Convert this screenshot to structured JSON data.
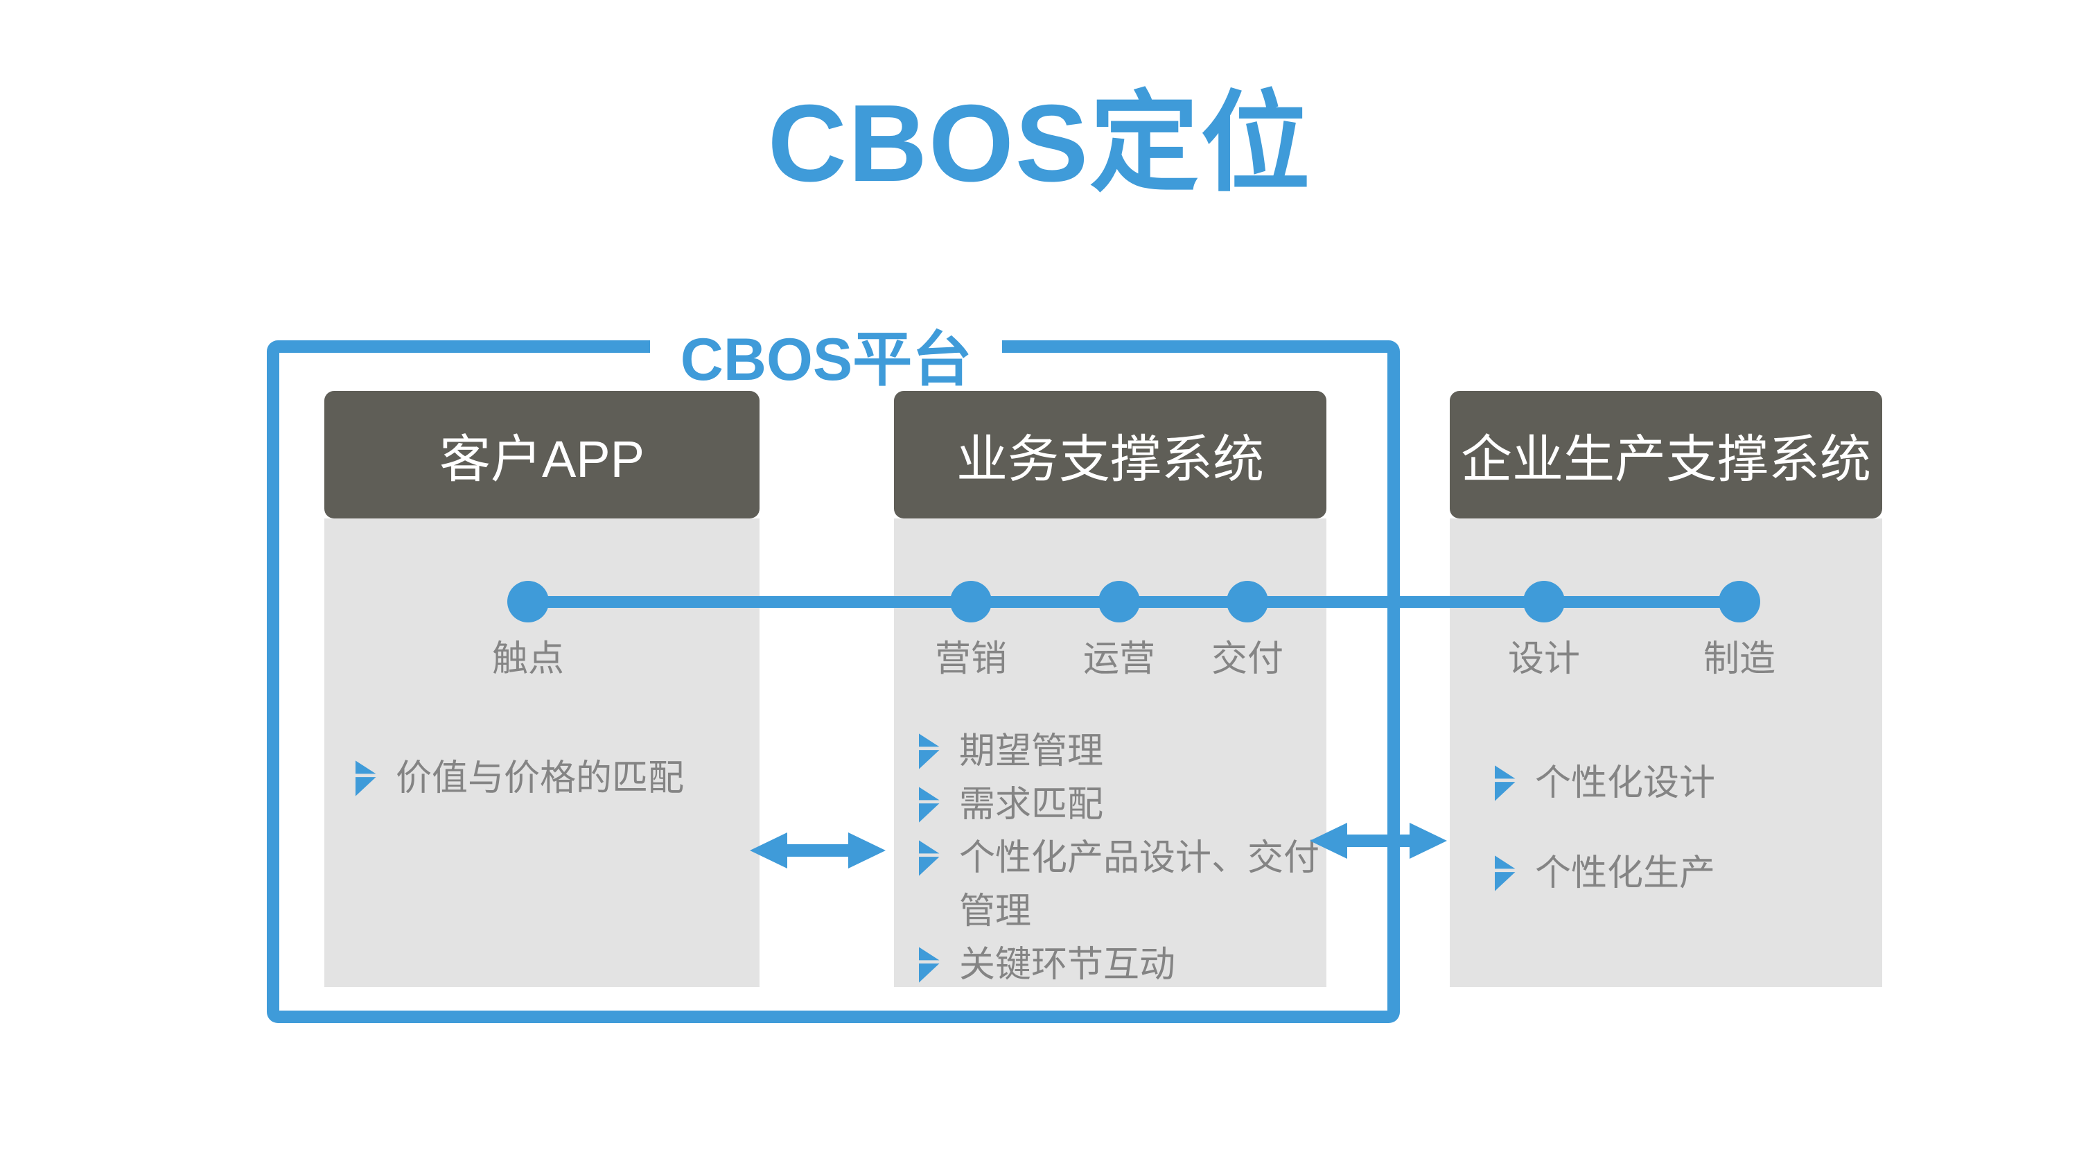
{
  "title": "CBOS定位",
  "platform": {
    "label": "CBOS平台"
  },
  "columns": [
    {
      "header": "客户APP",
      "bullets": [
        "价值与价格的匹配"
      ]
    },
    {
      "header": "业务支撑系统",
      "bullets": [
        "期望管理",
        "需求匹配",
        "个性化产品设计、交付管理",
        "关键环节互动"
      ]
    },
    {
      "header": "企业生产支撑系统",
      "bullets": [
        "个性化设计",
        "个性化生产"
      ]
    }
  ],
  "timeline": {
    "stages": [
      "触点",
      "营销",
      "运营",
      "交付",
      "设计",
      "制造"
    ]
  },
  "colors": {
    "accent_blue": "#3F9BD9",
    "header_gray": "#5F5E57",
    "panel_gray": "#E3E3E3",
    "text_gray": "#848484"
  }
}
